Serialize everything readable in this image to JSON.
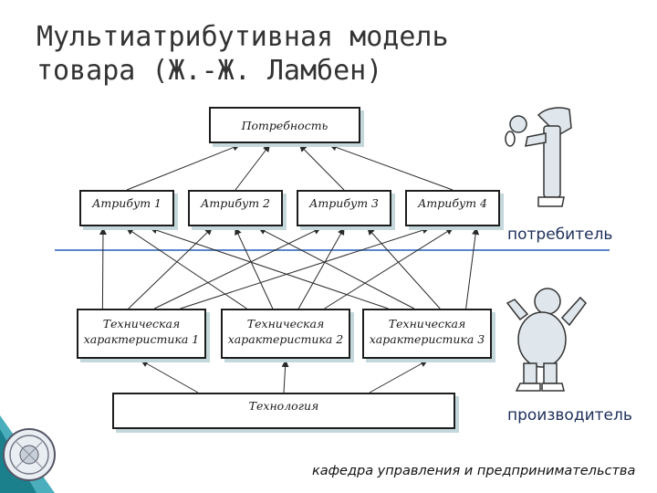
{
  "title": "Мультиатрибутивная модель товара (Ж.-Ж. Ламбен)",
  "nodes": {
    "need": "Потребность",
    "attributes": [
      "Атрибут 1",
      "Атрибут 2",
      "Атрибут 3",
      "Атрибут 4"
    ],
    "tech": [
      "Техническая характеристика 1",
      "Техническая характеристика 2",
      "Техническая характеристика 3"
    ],
    "technology": "Технология"
  },
  "roles": {
    "consumer": "потребитель",
    "producer": "производитель"
  },
  "footer": "кафедра управления и предпринимательства",
  "edges": [
    [
      "attr1",
      "need"
    ],
    [
      "attr2",
      "need"
    ],
    [
      "attr3",
      "need"
    ],
    [
      "attr4",
      "need"
    ],
    [
      "tech1",
      "attr1"
    ],
    [
      "tech1",
      "attr2"
    ],
    [
      "tech1",
      "attr3"
    ],
    [
      "tech1",
      "attr4"
    ],
    [
      "tech2",
      "attr1"
    ],
    [
      "tech2",
      "attr2"
    ],
    [
      "tech2",
      "attr3"
    ],
    [
      "tech2",
      "attr4"
    ],
    [
      "tech3",
      "attr1"
    ],
    [
      "tech3",
      "attr2"
    ],
    [
      "tech3",
      "attr3"
    ],
    [
      "tech3",
      "attr4"
    ],
    [
      "technology",
      "tech1"
    ],
    [
      "technology",
      "tech2"
    ],
    [
      "technology",
      "tech3"
    ]
  ],
  "colors": {
    "divider": "#5b86c9",
    "arrow": "#2a2a2a",
    "accent": "#2aa0b0"
  }
}
